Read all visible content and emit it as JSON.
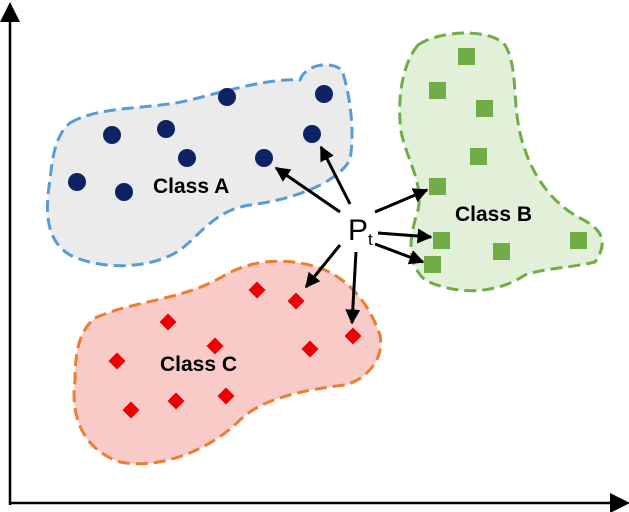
{
  "classes": {
    "a": {
      "label": "Class A",
      "fill": "#ebebeb",
      "stroke": "#5b9bd5",
      "marker_color": "#0d2364",
      "marker": "circle"
    },
    "b": {
      "label": "Class B",
      "fill": "#e2efd9",
      "stroke": "#70ad47",
      "marker_color": "#70ad47",
      "marker": "square"
    },
    "c": {
      "label": "Class C",
      "fill": "#f8cbc8",
      "stroke": "#ed7d31",
      "marker_color": "#ee0000",
      "marker": "diamond"
    }
  },
  "query_point": {
    "label": "P",
    "subscript": "t"
  },
  "colors": {
    "axes": "#000000",
    "arrows": "#000000"
  }
}
